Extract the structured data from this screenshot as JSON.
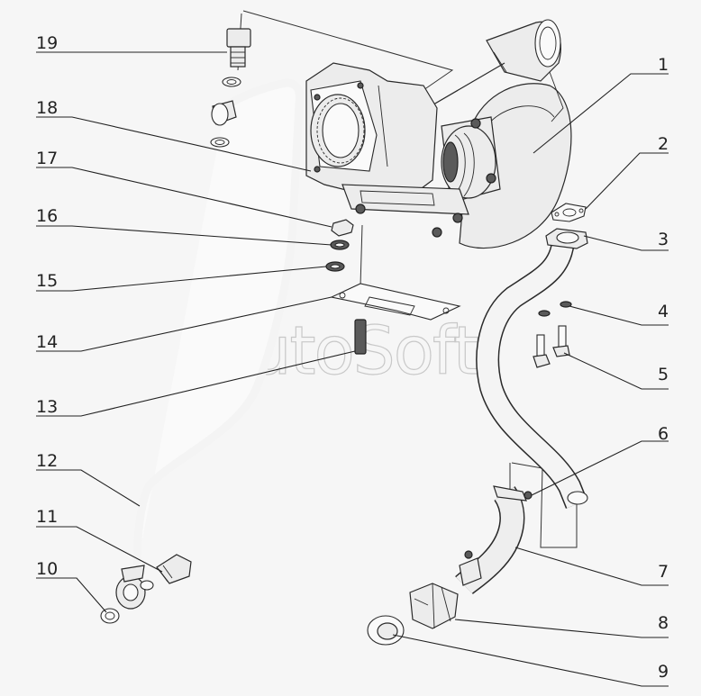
{
  "watermark": "AutoSoft",
  "callouts": [
    {
      "id": "1",
      "label": "1"
    },
    {
      "id": "2",
      "label": "2"
    },
    {
      "id": "3",
      "label": "3"
    },
    {
      "id": "4",
      "label": "4"
    },
    {
      "id": "5",
      "label": "5"
    },
    {
      "id": "6",
      "label": "6"
    },
    {
      "id": "7",
      "label": "7"
    },
    {
      "id": "8",
      "label": "8"
    },
    {
      "id": "9",
      "label": "9"
    },
    {
      "id": "10",
      "label": "10"
    },
    {
      "id": "11",
      "label": "11"
    },
    {
      "id": "12",
      "label": "12"
    },
    {
      "id": "13",
      "label": "13"
    },
    {
      "id": "14",
      "label": "14"
    },
    {
      "id": "15",
      "label": "15"
    },
    {
      "id": "16",
      "label": "16"
    },
    {
      "id": "17",
      "label": "17"
    },
    {
      "id": "18",
      "label": "18"
    },
    {
      "id": "19",
      "label": "19"
    }
  ],
  "colors": {
    "line": "#222222",
    "background": "#f6f6f6",
    "watermark": "#c8c8c8"
  }
}
